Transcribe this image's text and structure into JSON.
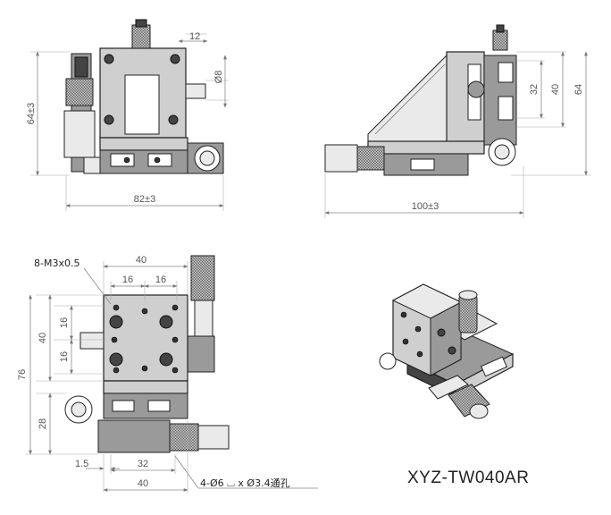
{
  "model": "XYZ-TW040AR",
  "front_view": {
    "dims": {
      "shaft_offset": "12",
      "shaft_dia": "Ø8",
      "height": "64±3",
      "width": "82±3"
    }
  },
  "side_view": {
    "dims": {
      "slot": "32",
      "plate": "40",
      "height": "64",
      "length": "100±3"
    }
  },
  "top_view": {
    "tap_note": "8-M3x0.5",
    "hole_note": "4-Ø6 ⌴ x Ø3.4通孔",
    "dims": {
      "top_width": "40",
      "pitch_left": "16",
      "pitch_right": "16",
      "pitch_v1": "16",
      "pitch_v2": "16",
      "plate_height": "40",
      "total_height": "76",
      "base_height": "28",
      "offset": "1.5",
      "base_pitch": "32",
      "base_width": "40"
    }
  }
}
